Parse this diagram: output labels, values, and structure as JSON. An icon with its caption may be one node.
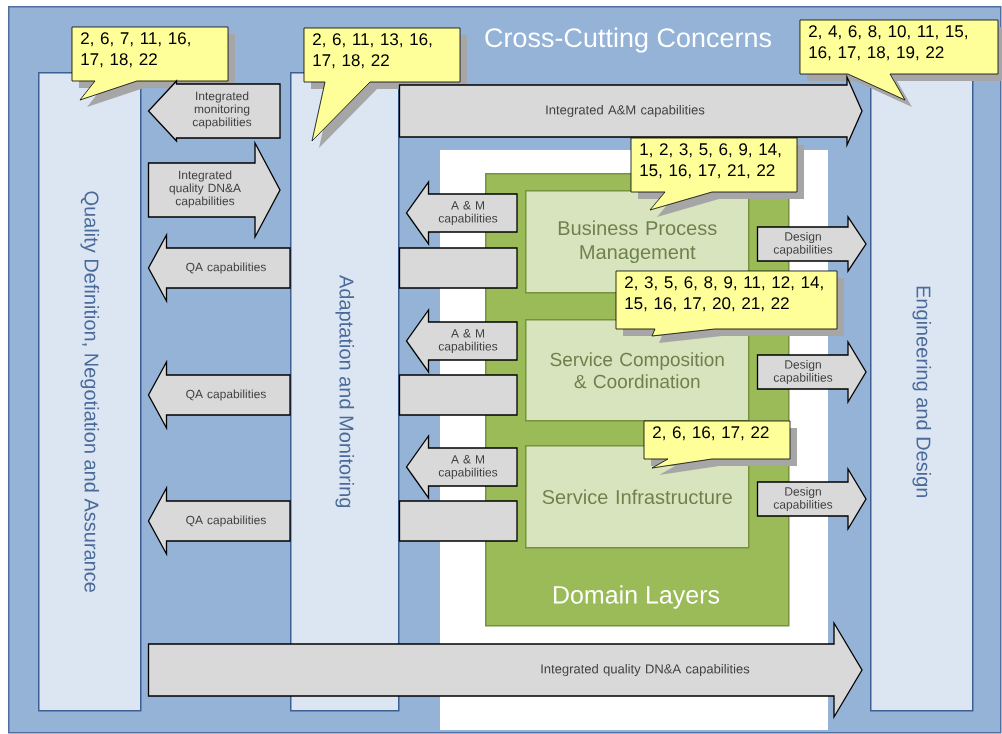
{
  "diagram": {
    "nodes": [
      {
        "text": [
          "Cross-Cutting Concerns"
        ]
      },
      {
        "text": [
          "Quality Definition, Negotiation and Assurance"
        ],
        "in": 0
      },
      {
        "text": [
          "Adaptation and Monitoring"
        ],
        "in": 0
      },
      {
        "text": [
          "Engineering and Design"
        ],
        "in": 0
      },
      {
        "text": [
          "Domain Layers"
        ],
        "in": 0
      },
      {
        "text": [
          "Business Process Management"
        ],
        "in": 4
      },
      {
        "text": [
          "Service Composition & Coordination"
        ],
        "in": 4
      },
      {
        "text": [
          "Service Infrastructure"
        ],
        "in": 4
      },
      {
        "text": [
          "2, 6, 7, 11, 16, 17, 18, 22"
        ],
        "in": 0
      },
      {
        "text": [
          "2, 6, 11, 13, 16, 17, 18, 22"
        ],
        "in": 0
      },
      {
        "text": [
          "2, 4, 6, 8, 10, 11, 15, 16, 17, 18, 19, 22"
        ],
        "in": 0
      },
      {
        "text": [
          "1, 2, 3, 5, 6, 9, 14, 15, 16, 17, 21, 22"
        ],
        "in": 0
      },
      {
        "text": [
          "2, 3, 5, 6, 8, 9, 11, 12, 14, 15, 16, 17, 20, 21, 22"
        ],
        "in": 0
      },
      {
        "text": [
          "2, 6, 16, 17, 22"
        ],
        "in": 4
      }
    ],
    "edges": [
      {
        "from": 2,
        "to": 1,
        "arrow": "to",
        "label": "Integrated monitoring capabilities"
      },
      {
        "from": 1,
        "to": 2,
        "arrow": "to",
        "label": "Integrated quality DN&A capabilities"
      },
      {
        "from": 2,
        "to": 3,
        "arrow": "to",
        "label": "Integrated A&M capabilities"
      },
      {
        "from": 5,
        "to": 2,
        "arrow": "to",
        "label": "A & M capabilities"
      },
      {
        "from": 5,
        "to": 3,
        "arrow": "to",
        "label": "Design capabilities"
      },
      {
        "from": 5,
        "to": 2,
        "arrow": "none"
      },
      {
        "from": 2,
        "to": 1,
        "arrow": "to",
        "label": "QA capabilities"
      },
      {
        "from": 6,
        "to": 2,
        "arrow": "to",
        "label": "A & M capabilities"
      },
      {
        "from": 6,
        "to": 3,
        "arrow": "to",
        "label": "Design capabilities"
      },
      {
        "from": 6,
        "to": 2,
        "arrow": "none"
      },
      {
        "from": 2,
        "to": 1,
        "arrow": "to",
        "label": "QA capabilities"
      },
      {
        "from": 7,
        "to": 2,
        "arrow": "to",
        "label": "A & M capabilities"
      },
      {
        "from": 7,
        "to": 3,
        "arrow": "to",
        "label": "Design capabilities"
      },
      {
        "from": 7,
        "to": 2,
        "arrow": "none"
      },
      {
        "from": 2,
        "to": 1,
        "arrow": "to",
        "label": "QA capabilities"
      },
      {
        "from": 1,
        "to": 3,
        "arrow": "to",
        "label": "Integrated quality DN&A capabilities"
      }
    ]
  }
}
